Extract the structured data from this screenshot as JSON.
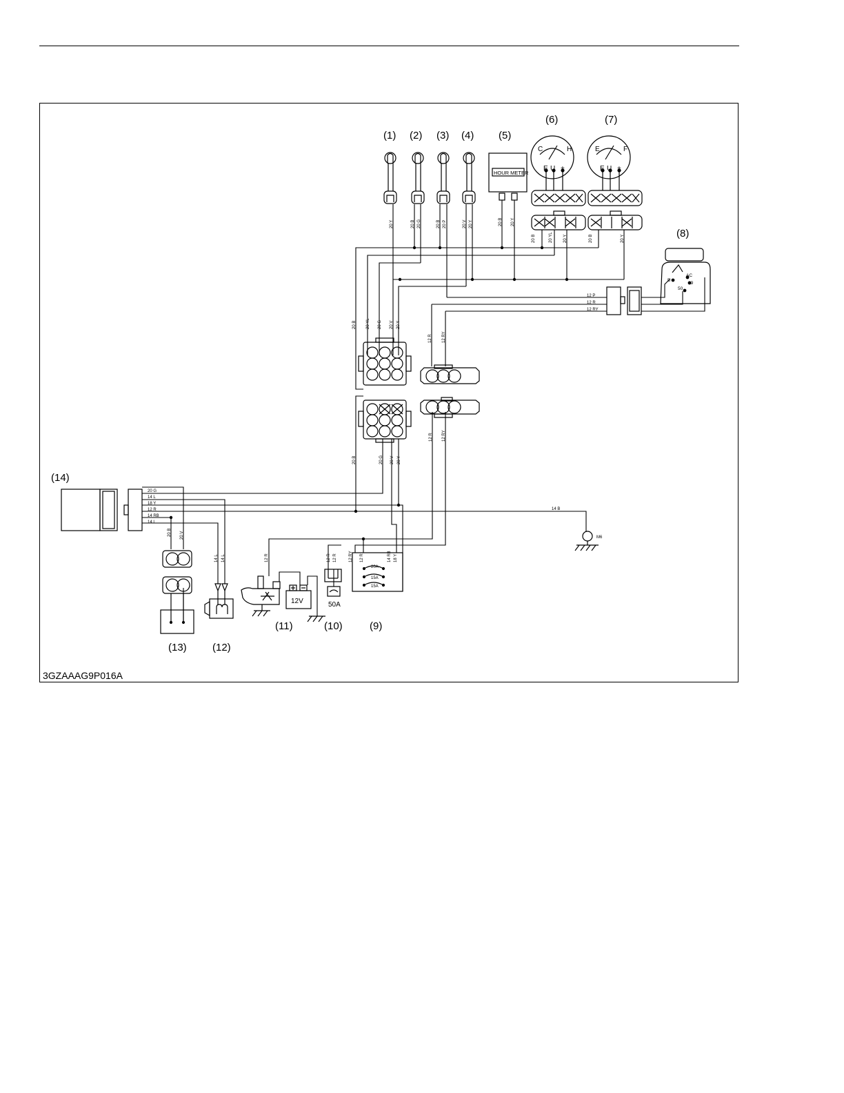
{
  "figure_code": "3GZAAAG9P016A",
  "callouts": {
    "c1": "(1)",
    "c2": "(2)",
    "c3": "(3)",
    "c4": "(4)",
    "c5": "(5)",
    "c6": "(6)",
    "c7": "(7)",
    "c8": "(8)",
    "c9": "(9)",
    "c10": "(10)",
    "c11": "(11)",
    "c12": "(12)",
    "c13": "(13)",
    "c14": "(14)"
  },
  "components": {
    "hour_meter": "HOUR METER",
    "temp_gauge": {
      "cold": "C",
      "hot": "H",
      "e": "E",
      "u": "U",
      "plus": "+"
    },
    "fuel_gauge": {
      "empty": "E",
      "full": "F",
      "e": "E",
      "u": "U",
      "plus": "+"
    },
    "key_switch": {
      "b": "B",
      "ac": "AC",
      "t19": "19",
      "t50": "50"
    },
    "battery": "12V",
    "fusible_link": "50A",
    "fuse_box": {
      "f1": "20A",
      "f2": "15A",
      "f3": "15A"
    },
    "ground": "M6"
  },
  "wires": {
    "w1": "20 Y",
    "w2a": "20 B",
    "w2b": "20 G",
    "w3a": "20 B",
    "w3b": "20 P",
    "w4a": "20 V",
    "w4b": "20 Y",
    "w5a": "20 B",
    "w5b": "20 Y",
    "w6a": "20 B",
    "w6b": "20 YL",
    "w6c": "20 Y",
    "w7a": "20 B",
    "w7b": "20 Y",
    "k1": "12 P",
    "k2": "12 R",
    "k3": "12 RY",
    "u1": "20 B",
    "u2": "20 YL",
    "u3": "20 G",
    "u4": "20 V",
    "u5": "20 Y",
    "r1": "12 R",
    "r2": "12 RY",
    "l1": "20 B",
    "l2": "20 G",
    "l3": "20 V",
    "l4": "20 Y",
    "r3": "12 R",
    "r4": "12 RY",
    "h1": "20 G",
    "h2": "14 L",
    "h3": "18 Y",
    "h4": "12 R",
    "h5": "14 RB",
    "h6": "14 L",
    "g1": "14 B",
    "d1": "20 B",
    "d2": "20 V",
    "d3": "14 L",
    "d4": "14 L",
    "s1": "12 R",
    "s2": "12 R",
    "s3": "12 R",
    "s4": "12 RY",
    "f1": "12 R",
    "f2": "14 RB",
    "f3": "18 Y"
  }
}
